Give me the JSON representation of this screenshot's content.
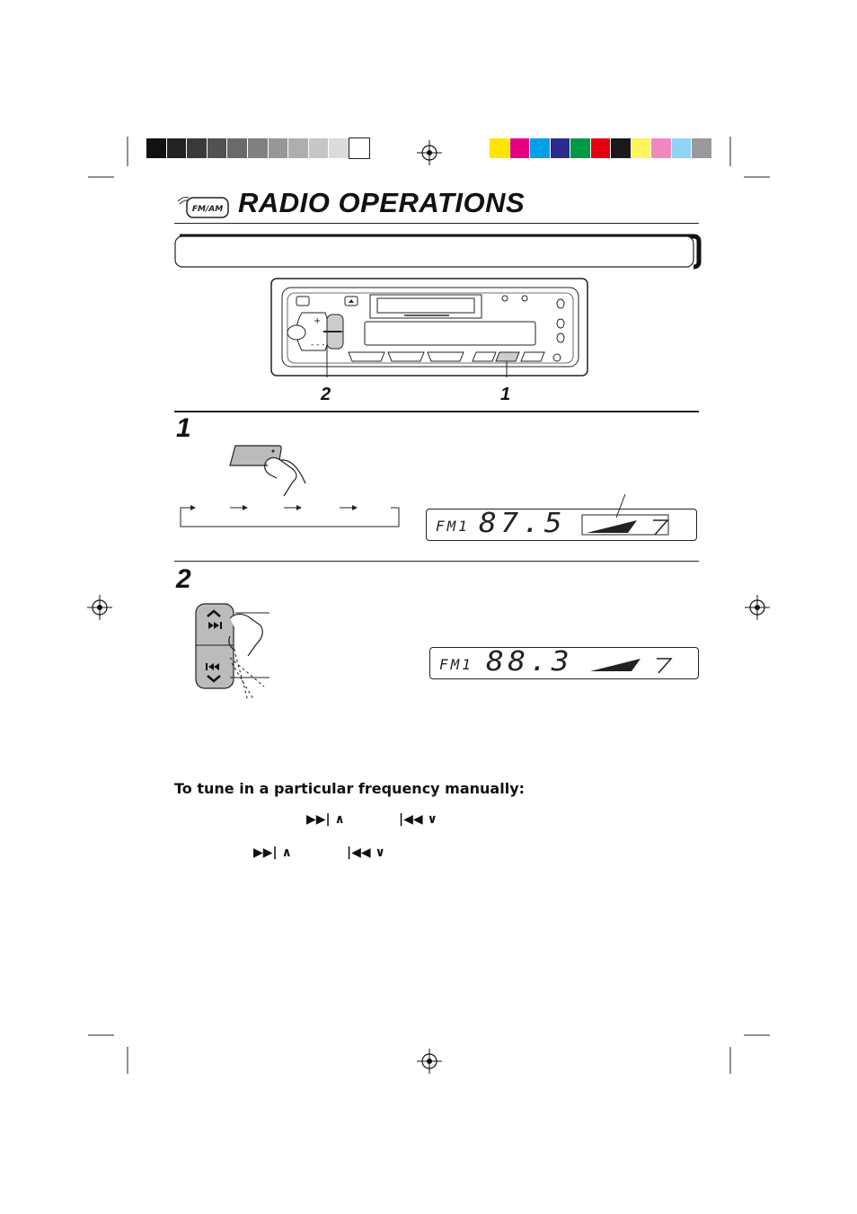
{
  "page": {
    "title": "RADIO OPERATIONS",
    "band_icon_label": "FM/AM"
  },
  "colors": {
    "grayscale_bar": [
      "#111111",
      "#222222",
      "#3a3a3a",
      "#525252",
      "#6a6a6a",
      "#808080",
      "#979797",
      "#aeaeae",
      "#c6c6c6",
      "#dcdcdc",
      "#ffffff"
    ],
    "color_bar": [
      "#ffe600",
      "#e6007e",
      "#00a0e9",
      "#2b2b8f",
      "#009944",
      "#e60012",
      "#1a1a1a",
      "#fff45c",
      "#f088c0",
      "#8fd3f5",
      "#9a9a9a"
    ]
  },
  "callouts": {
    "left": "2",
    "right": "1"
  },
  "steps": {
    "step1_number": "1",
    "step2_number": "2"
  },
  "displays": {
    "display1": {
      "band": "FM1",
      "frequency": "87.5"
    },
    "display2": {
      "band": "FM1",
      "frequency": "88.3"
    }
  },
  "manual_tuning": {
    "heading": "To tune in a particular frequency manually:",
    "line1_icons": [
      "next-up-icon",
      "prev-down-icon"
    ],
    "line2_icons": [
      "next-up-icon",
      "prev-down-icon"
    ]
  },
  "icon_glyphs": {
    "next": "▶▶|",
    "prev": "|◀◀",
    "up": "∧",
    "down": "∨"
  }
}
